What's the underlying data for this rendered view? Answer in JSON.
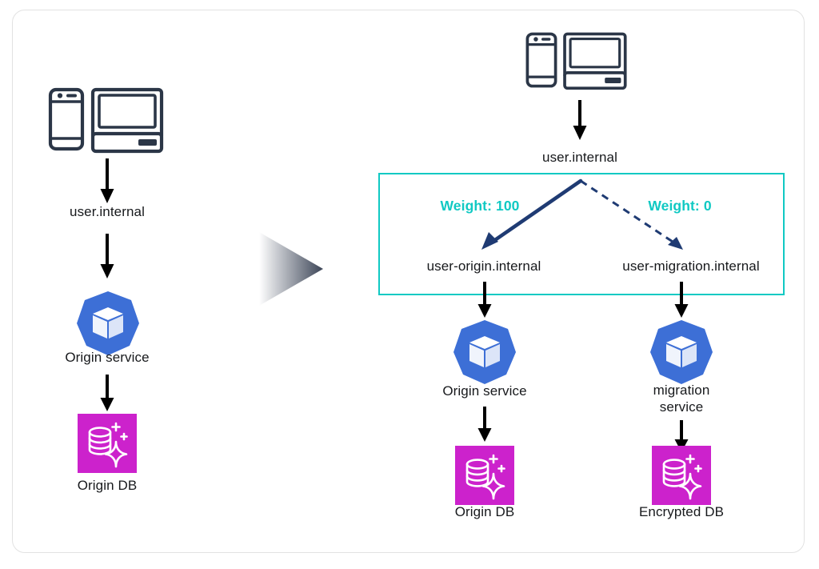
{
  "diagram": {
    "title": "Service migration routing diagram",
    "colors": {
      "card_border": "#e2e2e2",
      "teal_accent": "#10c9c3",
      "navy_arrow": "#1f3b73",
      "black_arrow": "#000000",
      "k8s_blue": "#3d6fd6",
      "db_magenta": "#cc22cc",
      "device_outline": "#2b3647",
      "text": "#17191c"
    },
    "left_flow": {
      "devices_icon": "user-devices-icon",
      "nodes": [
        {
          "id": "left-user-internal",
          "label": "user.internal",
          "kind": "text"
        },
        {
          "id": "left-origin-service",
          "label": "Origin service",
          "kind": "kubernetes"
        },
        {
          "id": "left-origin-db",
          "label": "Origin DB",
          "kind": "database"
        }
      ]
    },
    "transition": {
      "icon": "gradient-play-triangle-icon",
      "gradient_from": "#ffffff",
      "gradient_to": "#3c4557"
    },
    "right_flow": {
      "devices_icon": "user-devices-icon",
      "entry_label": "user.internal",
      "routing_box": {
        "border_color": "#10c9c3",
        "branches": [
          {
            "id": "branch-origin",
            "weight_label": "Weight: 100",
            "weight_value": 100,
            "arrow_style": "solid",
            "target_label": "user-origin.internal"
          },
          {
            "id": "branch-migration",
            "weight_label": "Weight: 0",
            "weight_value": 0,
            "arrow_style": "dashed",
            "target_label": "user-migration.internal"
          }
        ]
      },
      "columns": [
        {
          "id": "col-origin",
          "service_label": "Origin service",
          "service_icon": "kubernetes-icon",
          "db_label": "Origin DB",
          "db_icon": "database-sparkle-icon"
        },
        {
          "id": "col-migration",
          "service_label": "migration\nservice",
          "service_icon": "kubernetes-icon",
          "db_label": "Encrypted DB",
          "db_icon": "database-sparkle-icon"
        }
      ]
    }
  }
}
